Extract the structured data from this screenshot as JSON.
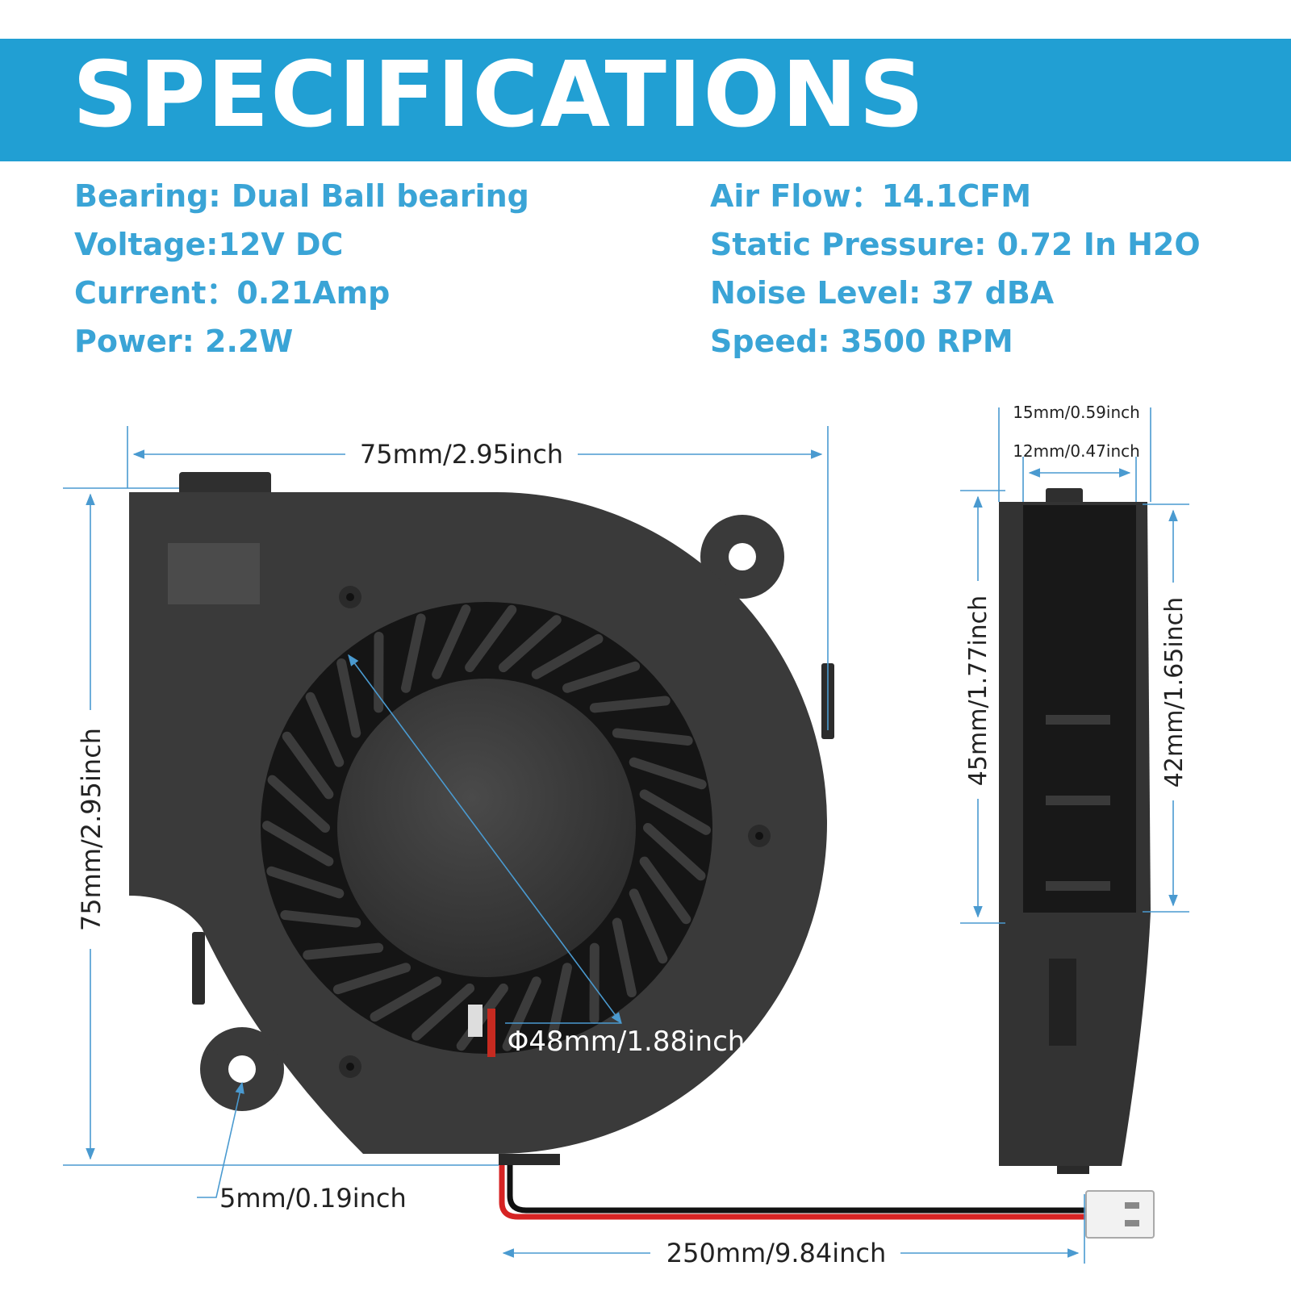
{
  "header": {
    "title": "SPECIFICATIONS"
  },
  "specs_left": [
    "Bearing: Dual Ball bearing",
    "Voltage:12V DC",
    "Current：0.21Amp",
    "Power: 2.2W"
  ],
  "specs_right": [
    "Air Flow：14.1CFM",
    "Static Pressure: 0.72 In H2O",
    "Noise Level: 37 dBA",
    "Speed: 3500 RPM"
  ],
  "dimensions": {
    "width": "75mm/2.95inch",
    "height": "75mm/2.95inch",
    "impeller": "Φ48mm/1.88inch",
    "mount_hole": "5mm/0.19inch",
    "cable": "250mm/9.84inch",
    "side_outer_width": "15mm/0.59inch",
    "side_inner_width": "12mm/0.47inch",
    "side_outer_height": "45mm/1.77inch",
    "side_inner_height": "42mm/1.65inch"
  },
  "colors": {
    "accent": "#219fd3",
    "spec_text": "#3aa4d6",
    "fan_body": "#3a3a3a",
    "dimension_line": "#4a9ad0"
  }
}
